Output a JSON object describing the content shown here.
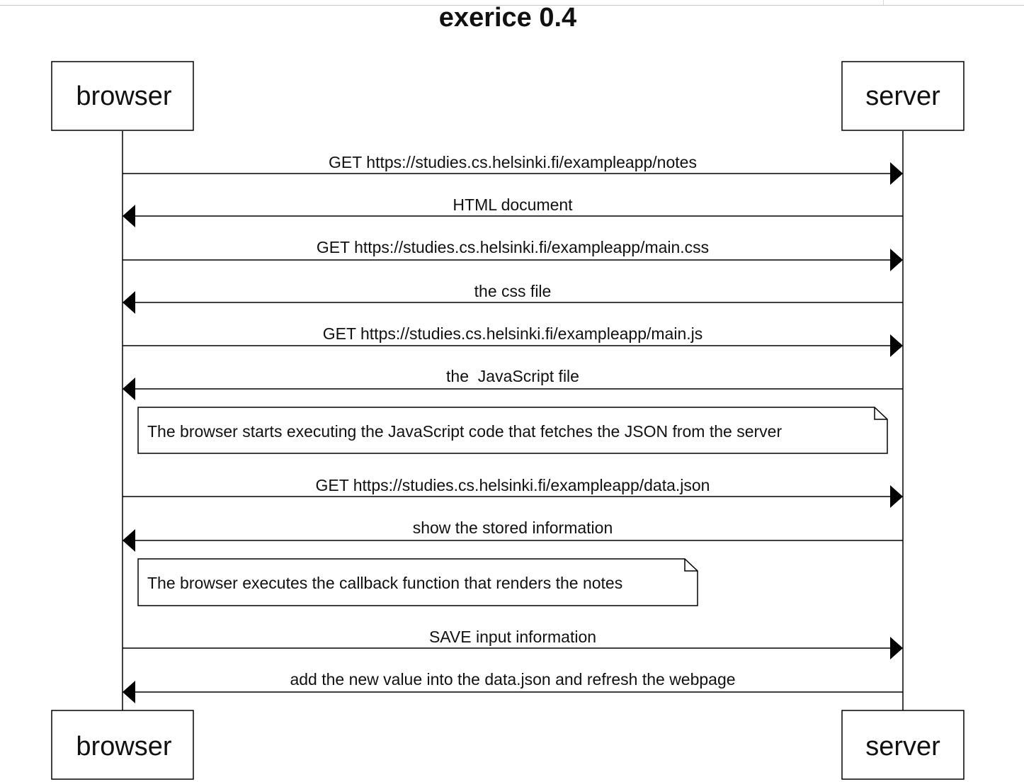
{
  "title": "exerice 0.4",
  "participants": [
    {
      "id": "browser",
      "label": "browser"
    },
    {
      "id": "server",
      "label": "server"
    }
  ],
  "steps": [
    {
      "kind": "message",
      "from": "browser",
      "to": "server",
      "text": "GET https://studies.cs.helsinki.fi/exampleapp/notes"
    },
    {
      "kind": "message",
      "from": "server",
      "to": "browser",
      "text": "HTML document"
    },
    {
      "kind": "message",
      "from": "browser",
      "to": "server",
      "text": "GET https://studies.cs.helsinki.fi/exampleapp/main.css"
    },
    {
      "kind": "message",
      "from": "server",
      "to": "browser",
      "text": "the css file"
    },
    {
      "kind": "message",
      "from": "browser",
      "to": "server",
      "text": "GET https://studies.cs.helsinki.fi/exampleapp/main.js"
    },
    {
      "kind": "message",
      "from": "server",
      "to": "browser",
      "text": "the  JavaScript file"
    },
    {
      "kind": "note",
      "text": "The browser starts executing the JavaScript code that fetches the JSON from the server"
    },
    {
      "kind": "message",
      "from": "browser",
      "to": "server",
      "text": "GET https://studies.cs.helsinki.fi/exampleapp/data.json"
    },
    {
      "kind": "message",
      "from": "server",
      "to": "browser",
      "text": "show the stored information"
    },
    {
      "kind": "note",
      "text": "The browser executes the callback function that renders the notes"
    },
    {
      "kind": "message",
      "from": "browser",
      "to": "server",
      "text": "SAVE input information"
    },
    {
      "kind": "message",
      "from": "server",
      "to": "browser",
      "text": "add the new value into the data.json and refresh the webpage"
    }
  ]
}
